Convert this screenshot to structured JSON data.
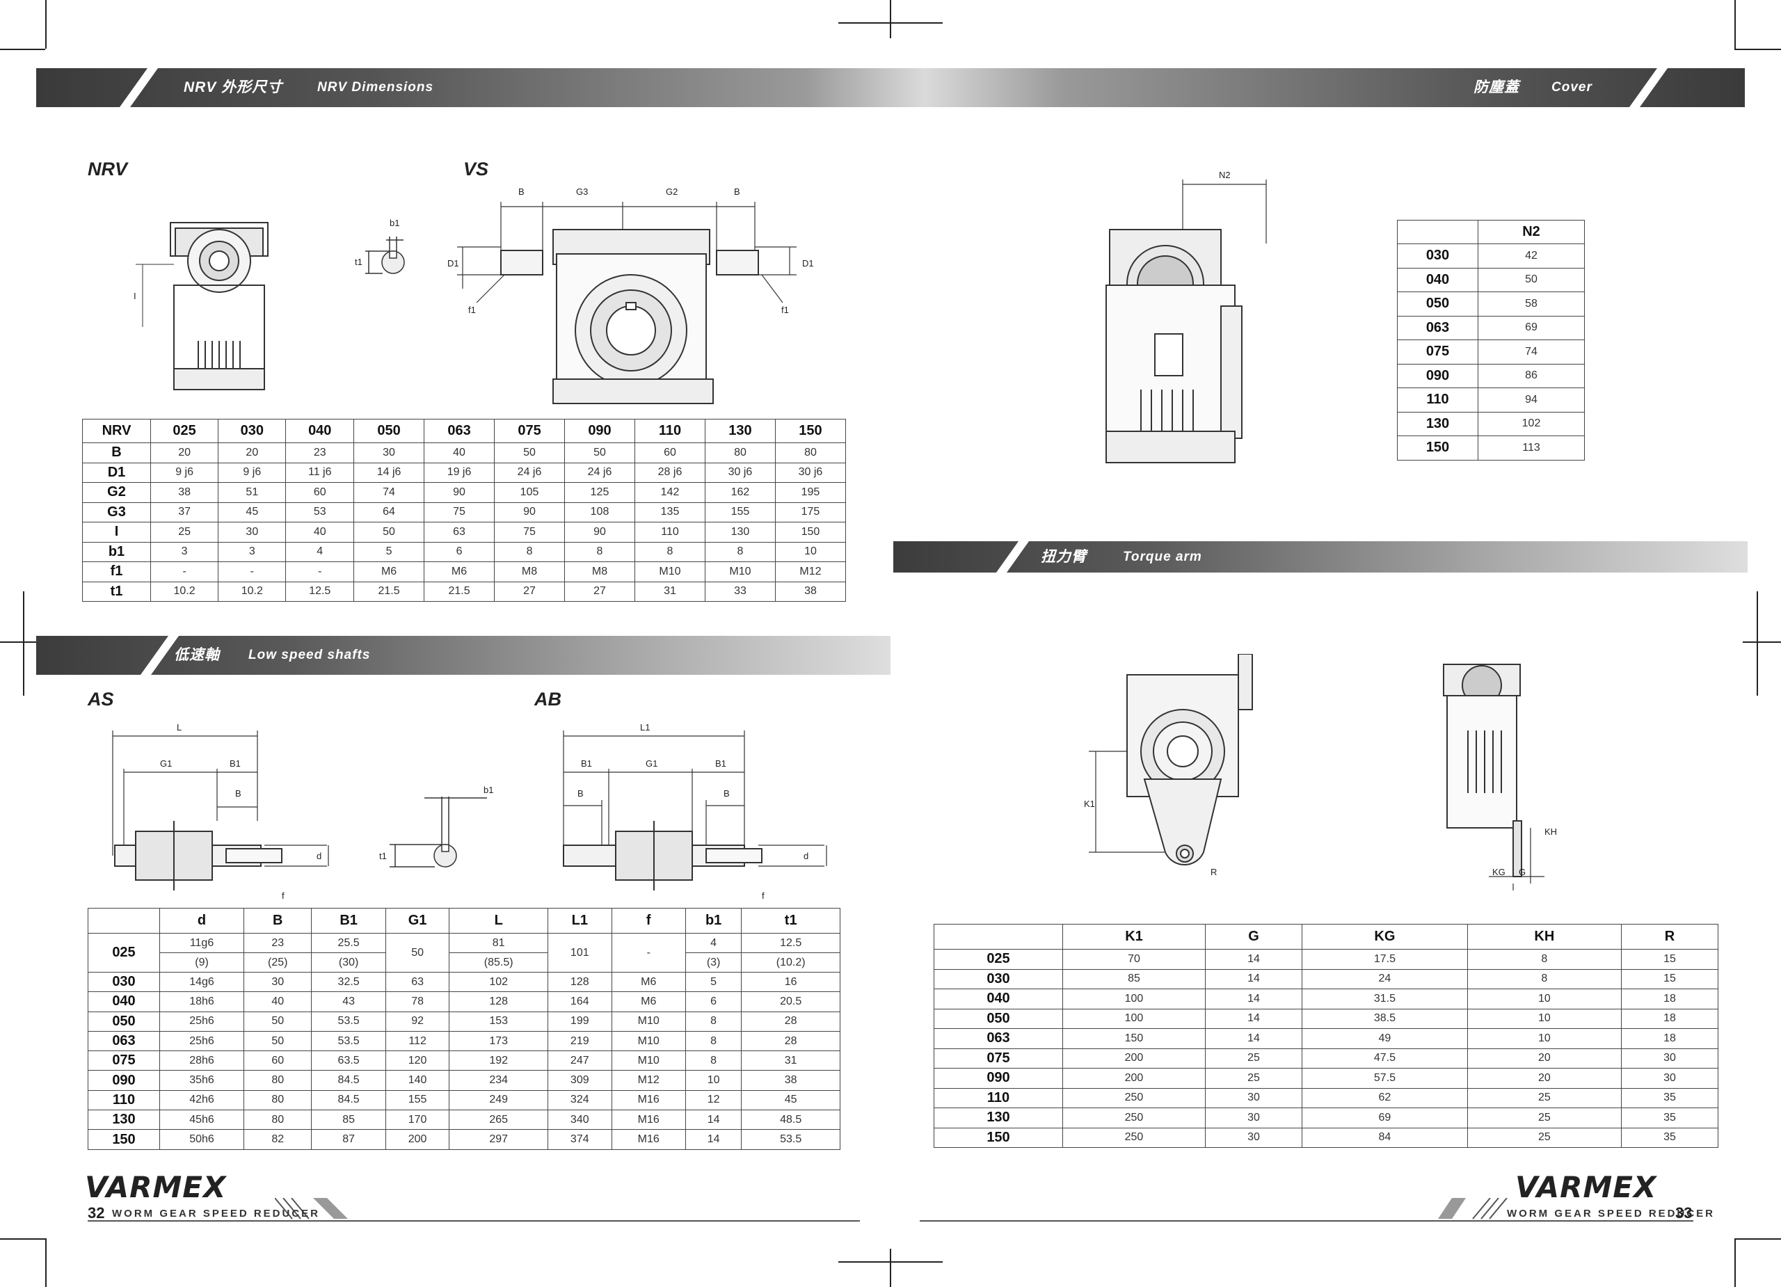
{
  "banners": {
    "top_left_cn": "NRV 外形尺寸",
    "top_left_en": "NRV Dimensions",
    "top_right_cn": "防塵蓋",
    "top_right_en": "Cover",
    "low_cn": "低速軸",
    "low_en": "Low speed shafts",
    "torque_cn": "扭力臂",
    "torque_en": "Torque arm"
  },
  "section_labels": {
    "nrv": "NRV",
    "vs": "VS",
    "as": "AS",
    "ab": "AB"
  },
  "drawing_labels": {
    "vs": [
      "B",
      "G3",
      "G2",
      "B",
      "D1",
      "D1",
      "f1",
      "f1"
    ],
    "nrv": [
      "b1",
      "t1",
      "I"
    ],
    "as": [
      "L",
      "G1",
      "B1",
      "B",
      "d",
      "b1",
      "t1",
      "f"
    ],
    "ab": [
      "L1",
      "B1",
      "G1",
      "B1",
      "B",
      "B",
      "d",
      "f"
    ],
    "cover": [
      "N2"
    ],
    "torque": [
      "K1",
      "R",
      "KH",
      "KG",
      "G"
    ]
  },
  "nrv_table": {
    "headers": [
      "NRV",
      "025",
      "030",
      "040",
      "050",
      "063",
      "075",
      "090",
      "110",
      "130",
      "150"
    ],
    "rows": [
      [
        "B",
        "20",
        "20",
        "23",
        "30",
        "40",
        "50",
        "50",
        "60",
        "80",
        "80"
      ],
      [
        "D1",
        "9 j6",
        "9 j6",
        "11 j6",
        "14 j6",
        "19 j6",
        "24 j6",
        "24 j6",
        "28 j6",
        "30 j6",
        "30 j6"
      ],
      [
        "G2",
        "38",
        "51",
        "60",
        "74",
        "90",
        "105",
        "125",
        "142",
        "162",
        "195"
      ],
      [
        "G3",
        "37",
        "45",
        "53",
        "64",
        "75",
        "90",
        "108",
        "135",
        "155",
        "175"
      ],
      [
        "I",
        "25",
        "30",
        "40",
        "50",
        "63",
        "75",
        "90",
        "110",
        "130",
        "150"
      ],
      [
        "b1",
        "3",
        "3",
        "4",
        "5",
        "6",
        "8",
        "8",
        "8",
        "8",
        "10"
      ],
      [
        "f1",
        "-",
        "-",
        "-",
        "M6",
        "M6",
        "M8",
        "M8",
        "M10",
        "M10",
        "M12"
      ],
      [
        "t1",
        "10.2",
        "10.2",
        "12.5",
        "21.5",
        "21.5",
        "27",
        "27",
        "31",
        "33",
        "38"
      ]
    ]
  },
  "cover_table": {
    "headers": [
      "",
      "N2"
    ],
    "rows": [
      [
        "030",
        "42"
      ],
      [
        "040",
        "50"
      ],
      [
        "050",
        "58"
      ],
      [
        "063",
        "69"
      ],
      [
        "075",
        "74"
      ],
      [
        "090",
        "86"
      ],
      [
        "110",
        "94"
      ],
      [
        "130",
        "102"
      ],
      [
        "150",
        "113"
      ]
    ]
  },
  "shaft_table": {
    "headers": [
      "",
      "d",
      "B",
      "B1",
      "G1",
      "L",
      "L1",
      "f",
      "b1",
      "t1"
    ],
    "first_row": {
      "label": "025",
      "d_a": "11g6",
      "d_b": "(9)",
      "B_a": "23",
      "B_b": "(25)",
      "B1_a": "25.5",
      "B1_b": "(30)",
      "G1": "50",
      "L_a": "81",
      "L_b": "(85.5)",
      "L1": "101",
      "f": "-",
      "b1_a": "4",
      "b1_b": "(3)",
      "t1_a": "12.5",
      "t1_b": "(10.2)"
    },
    "rows": [
      [
        "030",
        "14g6",
        "30",
        "32.5",
        "63",
        "102",
        "128",
        "M6",
        "5",
        "16"
      ],
      [
        "040",
        "18h6",
        "40",
        "43",
        "78",
        "128",
        "164",
        "M6",
        "6",
        "20.5"
      ],
      [
        "050",
        "25h6",
        "50",
        "53.5",
        "92",
        "153",
        "199",
        "M10",
        "8",
        "28"
      ],
      [
        "063",
        "25h6",
        "50",
        "53.5",
        "112",
        "173",
        "219",
        "M10",
        "8",
        "28"
      ],
      [
        "075",
        "28h6",
        "60",
        "63.5",
        "120",
        "192",
        "247",
        "M10",
        "8",
        "31"
      ],
      [
        "090",
        "35h6",
        "80",
        "84.5",
        "140",
        "234",
        "309",
        "M12",
        "10",
        "38"
      ],
      [
        "110",
        "42h6",
        "80",
        "84.5",
        "155",
        "249",
        "324",
        "M16",
        "12",
        "45"
      ],
      [
        "130",
        "45h6",
        "80",
        "85",
        "170",
        "265",
        "340",
        "M16",
        "14",
        "48.5"
      ],
      [
        "150",
        "50h6",
        "82",
        "87",
        "200",
        "297",
        "374",
        "M16",
        "14",
        "53.5"
      ]
    ]
  },
  "torque_table": {
    "headers": [
      "",
      "K1",
      "G",
      "KG",
      "KH",
      "R"
    ],
    "rows": [
      [
        "025",
        "70",
        "14",
        "17.5",
        "8",
        "15"
      ],
      [
        "030",
        "85",
        "14",
        "24",
        "8",
        "15"
      ],
      [
        "040",
        "100",
        "14",
        "31.5",
        "10",
        "18"
      ],
      [
        "050",
        "100",
        "14",
        "38.5",
        "10",
        "18"
      ],
      [
        "063",
        "150",
        "14",
        "49",
        "10",
        "18"
      ],
      [
        "075",
        "200",
        "25",
        "47.5",
        "20",
        "30"
      ],
      [
        "090",
        "200",
        "25",
        "57.5",
        "20",
        "30"
      ],
      [
        "110",
        "250",
        "30",
        "62",
        "25",
        "35"
      ],
      [
        "130",
        "250",
        "30",
        "69",
        "25",
        "35"
      ],
      [
        "150",
        "250",
        "30",
        "84",
        "25",
        "35"
      ]
    ]
  },
  "footer": {
    "logo": "VARMEX",
    "left_page": "32",
    "right_page": "33",
    "left_text": "WORM GEAR SPEED REDUCER",
    "right_text": "WORM GEAR SPEED REDUCER"
  }
}
